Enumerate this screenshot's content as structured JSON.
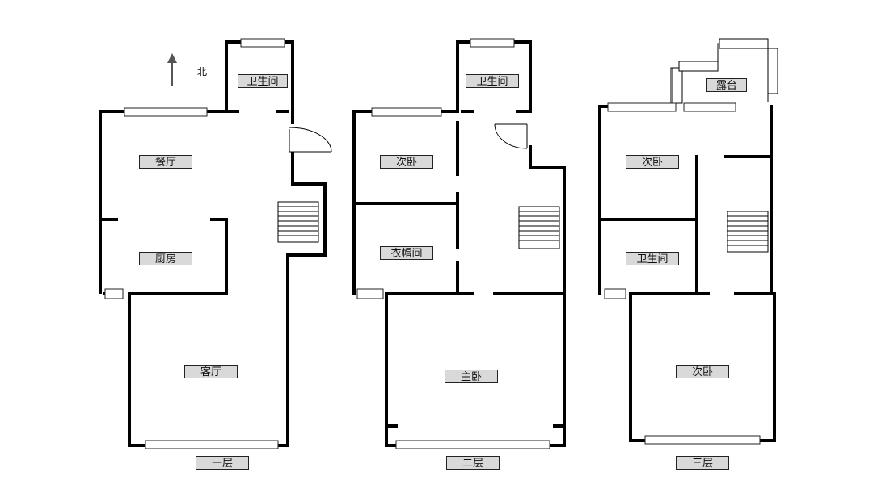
{
  "north_label": "北",
  "floors": [
    {
      "label": "一层",
      "rooms": [
        "卫生间",
        "餐厅",
        "厨房",
        "客厅"
      ]
    },
    {
      "label": "二层",
      "rooms": [
        "卫生间",
        "次卧",
        "衣帽间",
        "主卧"
      ]
    },
    {
      "label": "三层",
      "rooms": [
        "露台",
        "次卧",
        "卫生间",
        "次卧"
      ]
    }
  ]
}
